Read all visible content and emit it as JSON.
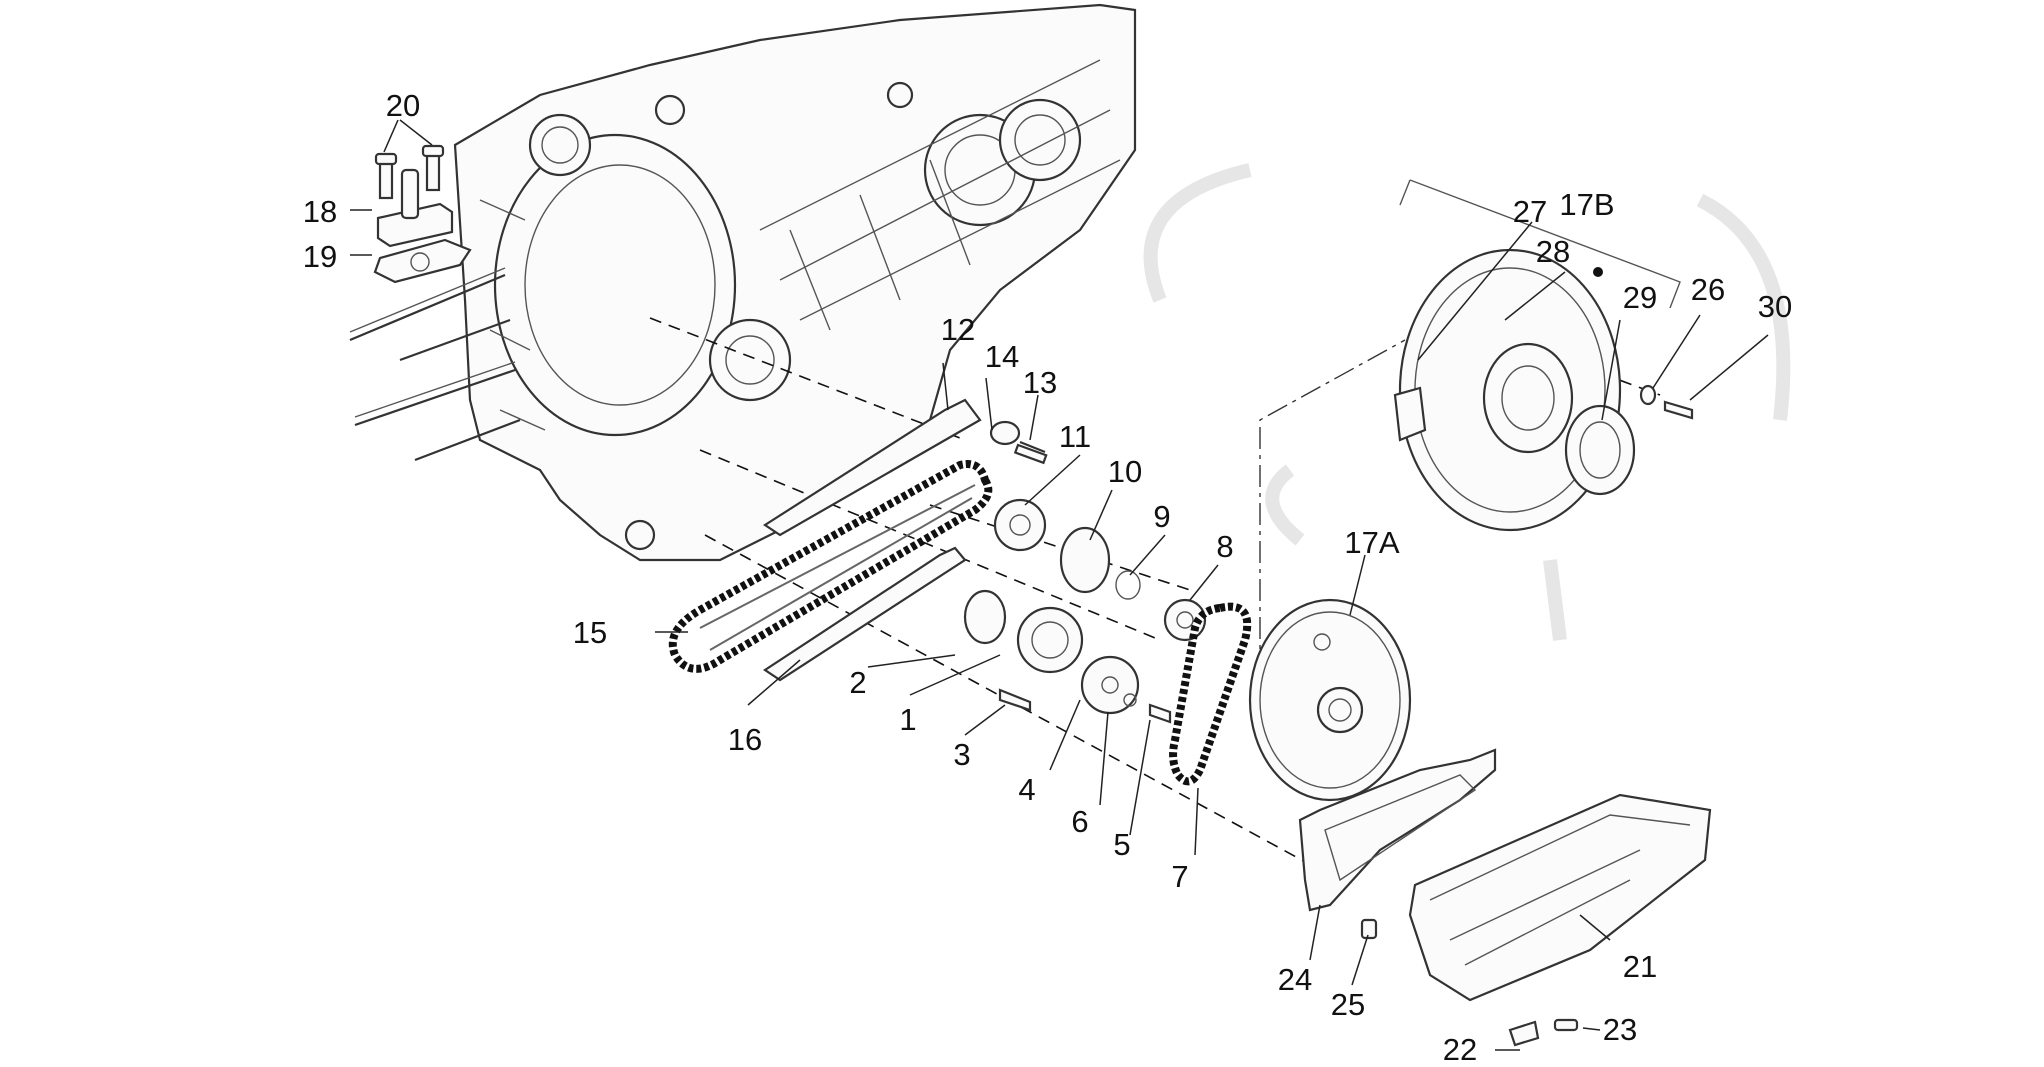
{
  "colors": {
    "ink": "#111111",
    "line": "#333333",
    "fill": "#fbfbfb",
    "background": "#ffffff"
  },
  "callouts": {
    "c1": "1",
    "c2": "2",
    "c3": "3",
    "c4": "4",
    "c5": "5",
    "c6": "6",
    "c7": "7",
    "c8": "8",
    "c9": "9",
    "c10": "10",
    "c11": "11",
    "c12": "12",
    "c13": "13",
    "c14": "14",
    "c15": "15",
    "c16": "16",
    "c17a": "17A",
    "c17b": "17B",
    "c18": "18",
    "c19": "19",
    "c20": "20",
    "c21": "21",
    "c22": "22",
    "c23": "23",
    "c24": "24",
    "c25": "25",
    "c26": "26",
    "c27": "27",
    "c28": "28",
    "c29": "29",
    "c30": "30"
  }
}
